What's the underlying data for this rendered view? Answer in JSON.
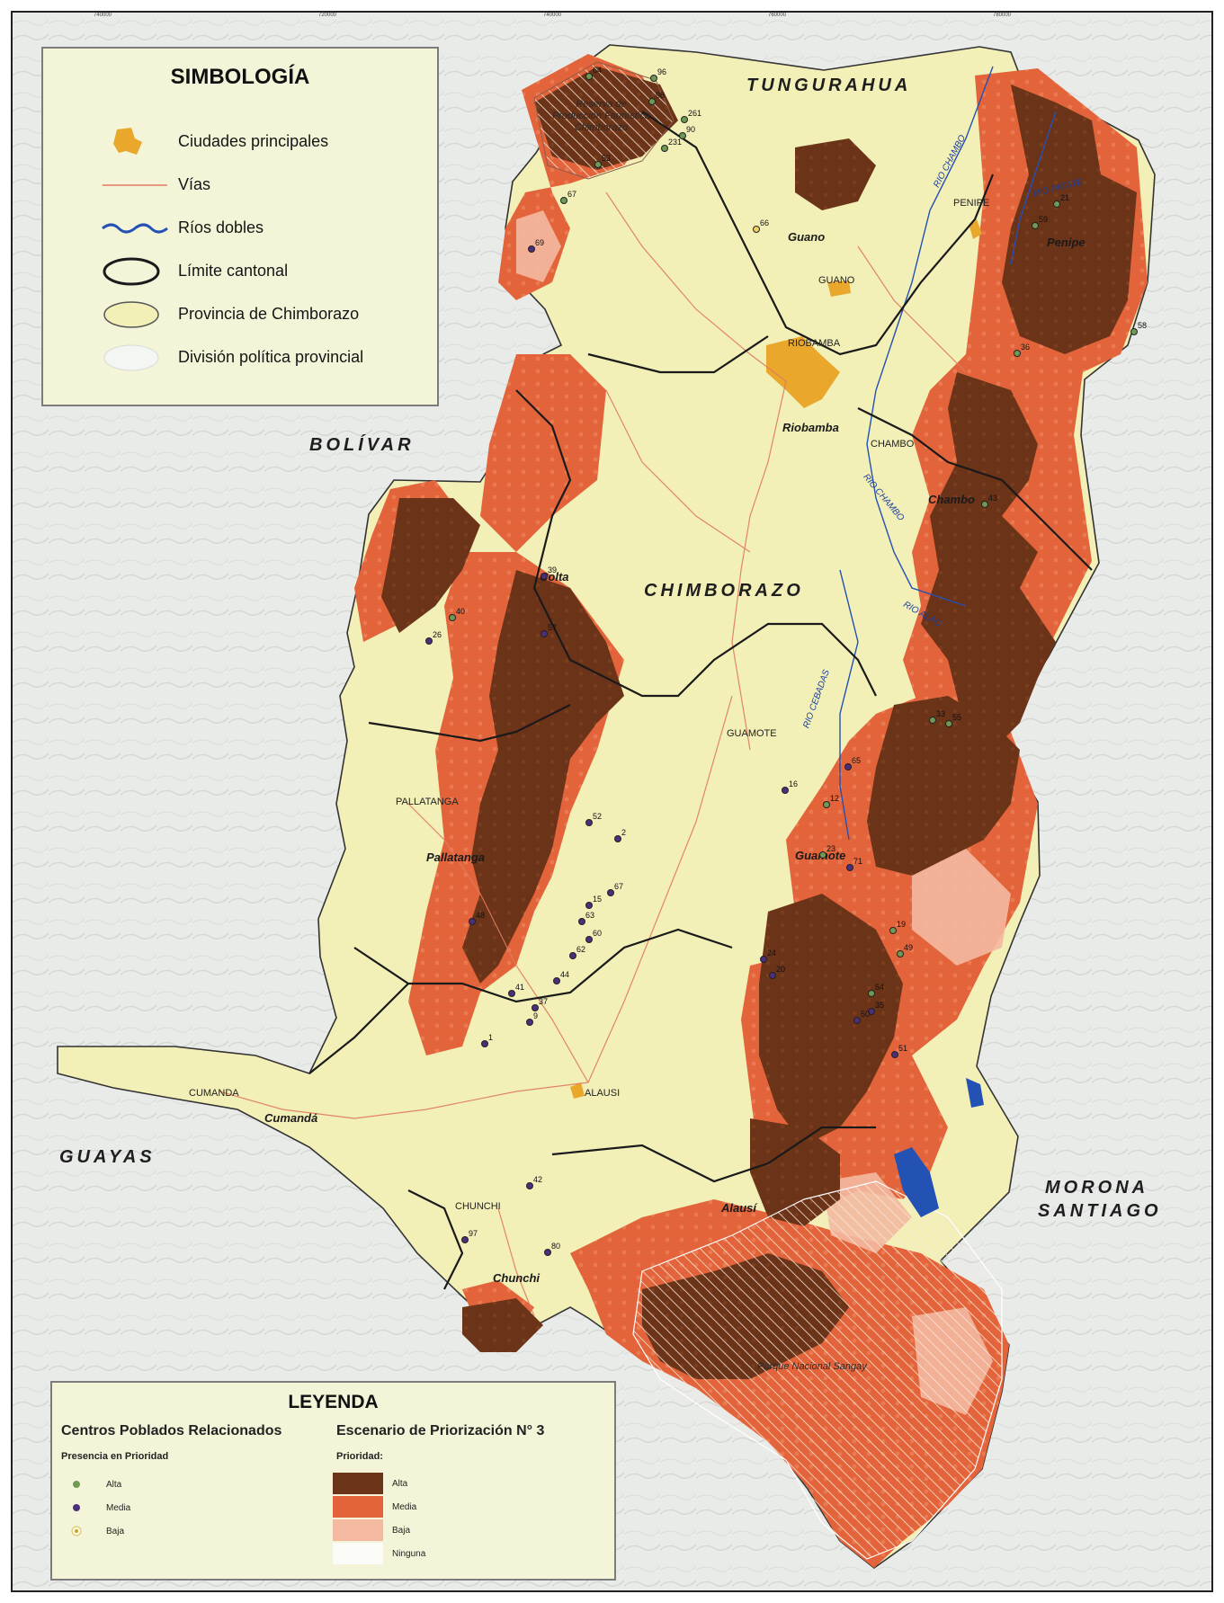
{
  "colors": {
    "background_relief": "#e9ebe9",
    "province_fill": "#f2efb7",
    "priority_alta": "#6b3318",
    "priority_media": "#e3643a",
    "priority_baja": "#f3b9a1",
    "priority_ninguna": "#fbfbf8",
    "cities": "#e9a72c",
    "roads": "#e07a5f",
    "rivers": "#2451b4",
    "canton_boundary": "#1a1a1a",
    "point_alta": "#6f9a55",
    "point_media": "#4b2f7b",
    "point_baja": "#f0d060"
  },
  "simbologia": {
    "title": "SIMBOLOGÍA",
    "items": [
      {
        "label": "Ciudades principales",
        "icon": "city-icon"
      },
      {
        "label": "Vías",
        "icon": "road-icon"
      },
      {
        "label": "Ríos dobles",
        "icon": "river-icon"
      },
      {
        "label": "Límite cantonal",
        "icon": "canton-boundary-icon"
      },
      {
        "label": "Provincia de Chimborazo",
        "icon": "province-icon"
      },
      {
        "label": "División política provincial",
        "icon": "provincial-division-icon"
      }
    ]
  },
  "leyenda": {
    "title": "LEYENDA",
    "centros_title": "Centros Poblados Relacionados",
    "escenario_title": "Escenario de Priorización N° 3",
    "presencia_label": "Presencia en Prioridad",
    "prioridad_label": "Prioridad:",
    "presencia_items": [
      "Alta",
      "Media",
      "Baja"
    ],
    "prioridad_items": [
      "Alta",
      "Media",
      "Baja",
      "Ninguna"
    ]
  },
  "map_labels": {
    "provinces": {
      "tungurahua": "TUNGURAHUA",
      "bolivar": "BOLÍVAR",
      "chimborazo": "CHIMBORAZO",
      "guayas": "GUAYAS",
      "morona_1": "MORONA",
      "morona_2": "SANTIAGO"
    },
    "cantons": {
      "guano": "Guano",
      "penipe": "Penipe",
      "riobamba": "Riobamba",
      "chambo": "Chambo",
      "colta": "Colta",
      "pallatanga": "Pallatanga",
      "guamote": "Guamote",
      "cumanda": "Cumandá",
      "alausi": "Alausí",
      "chunchi": "Chunchi"
    },
    "cities": {
      "guano": "GUANO",
      "penipe": "PENIPE",
      "riobamba": "RIOBAMBA",
      "chambo": "CHAMBO",
      "guamote": "GUAMOTE",
      "pallatanga": "PALLATANGA",
      "cumanda": "CUMANDA",
      "alausi": "ALAUSI",
      "chunchi": "CHUNCHI"
    },
    "rivers": {
      "chambo_north": "RIO CHAMBO",
      "patate": "RIO PATATE",
      "chambo_mid": "RIO CHAMBO",
      "alao": "RIO ALAO",
      "cebadas": "RIO CEBADAS"
    },
    "protected_areas": {
      "reserva_1": "Reserva de",
      "reserva_2": "Producción Faunística",
      "reserva_3": "Chimborazo",
      "sangay": "Parque Nacional Sangay"
    }
  },
  "points": [
    {
      "id": "64",
      "level": "alta"
    },
    {
      "id": "96",
      "level": "alta"
    },
    {
      "id": "98",
      "level": "alta"
    },
    {
      "id": "261",
      "level": "alta"
    },
    {
      "id": "90",
      "level": "alta"
    },
    {
      "id": "231",
      "level": "alta"
    },
    {
      "id": "53",
      "level": "alta"
    },
    {
      "id": "67",
      "level": "alta"
    },
    {
      "id": "69",
      "level": "media"
    },
    {
      "id": "66",
      "level": "baja"
    },
    {
      "id": "21",
      "level": "alta"
    },
    {
      "id": "59",
      "level": "alta"
    },
    {
      "id": "58",
      "level": "alta"
    },
    {
      "id": "36",
      "level": "alta"
    },
    {
      "id": "43",
      "level": "alta"
    },
    {
      "id": "40",
      "level": "alta"
    },
    {
      "id": "26",
      "level": "media"
    },
    {
      "id": "39",
      "level": "media"
    },
    {
      "id": "57",
      "level": "media"
    },
    {
      "id": "33",
      "level": "alta"
    },
    {
      "id": "55",
      "level": "alta"
    },
    {
      "id": "65",
      "level": "media"
    },
    {
      "id": "16",
      "level": "media"
    },
    {
      "id": "12",
      "level": "alta"
    },
    {
      "id": "52",
      "level": "media"
    },
    {
      "id": "2",
      "level": "media"
    },
    {
      "id": "23",
      "level": "alta"
    },
    {
      "id": "71",
      "level": "media"
    },
    {
      "id": "67",
      "level": "media"
    },
    {
      "id": "15",
      "level": "media"
    },
    {
      "id": "63",
      "level": "media"
    },
    {
      "id": "60",
      "level": "media"
    },
    {
      "id": "62",
      "level": "media"
    },
    {
      "id": "48",
      "level": "media"
    },
    {
      "id": "44",
      "level": "media"
    },
    {
      "id": "41",
      "level": "media"
    },
    {
      "id": "37",
      "level": "media"
    },
    {
      "id": "9",
      "level": "media"
    },
    {
      "id": "1",
      "level": "media"
    },
    {
      "id": "24",
      "level": "media"
    },
    {
      "id": "20",
      "level": "media"
    },
    {
      "id": "19",
      "level": "alta"
    },
    {
      "id": "49",
      "level": "alta"
    },
    {
      "id": "54",
      "level": "alta"
    },
    {
      "id": "35",
      "level": "media"
    },
    {
      "id": "42",
      "level": "media"
    },
    {
      "id": "97",
      "level": "media"
    },
    {
      "id": "80",
      "level": "media"
    },
    {
      "id": "50",
      "level": "media"
    },
    {
      "id": "51",
      "level": "media"
    }
  ]
}
